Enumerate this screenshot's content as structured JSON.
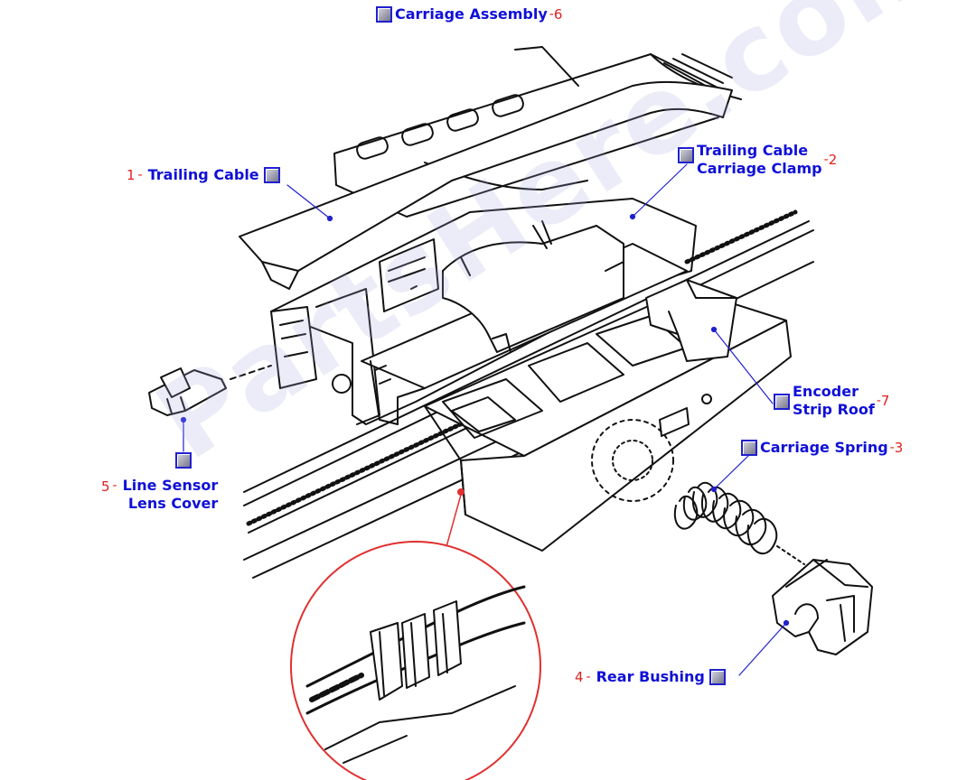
{
  "watermark": "PartsHere.com",
  "callouts": {
    "carriage_assembly": {
      "label": "Carriage Assembly",
      "num": "6"
    },
    "trailing_cable": {
      "label": "Trailing Cable",
      "num": "1"
    },
    "trailing_cable_clamp": {
      "line1": "Trailing Cable",
      "line2": "Carriage Clamp",
      "num": "2"
    },
    "encoder_strip_roof": {
      "line1": "Encoder",
      "line2": "Strip Roof",
      "num": "7"
    },
    "carriage_spring": {
      "label": "Carriage Spring",
      "num": "3"
    },
    "line_sensor_lens_cover": {
      "line1": "Line Sensor",
      "line2": "Lens Cover",
      "num": "5"
    },
    "rear_bushing": {
      "label": "Rear Bushing",
      "num": "4"
    }
  },
  "colors": {
    "label": "#1010d8",
    "number": "#e02020",
    "leader": "#2020d0",
    "detail_circle": "#e03030",
    "drawing": "#111111"
  },
  "icons": {
    "callout_button": "part-link-button"
  }
}
